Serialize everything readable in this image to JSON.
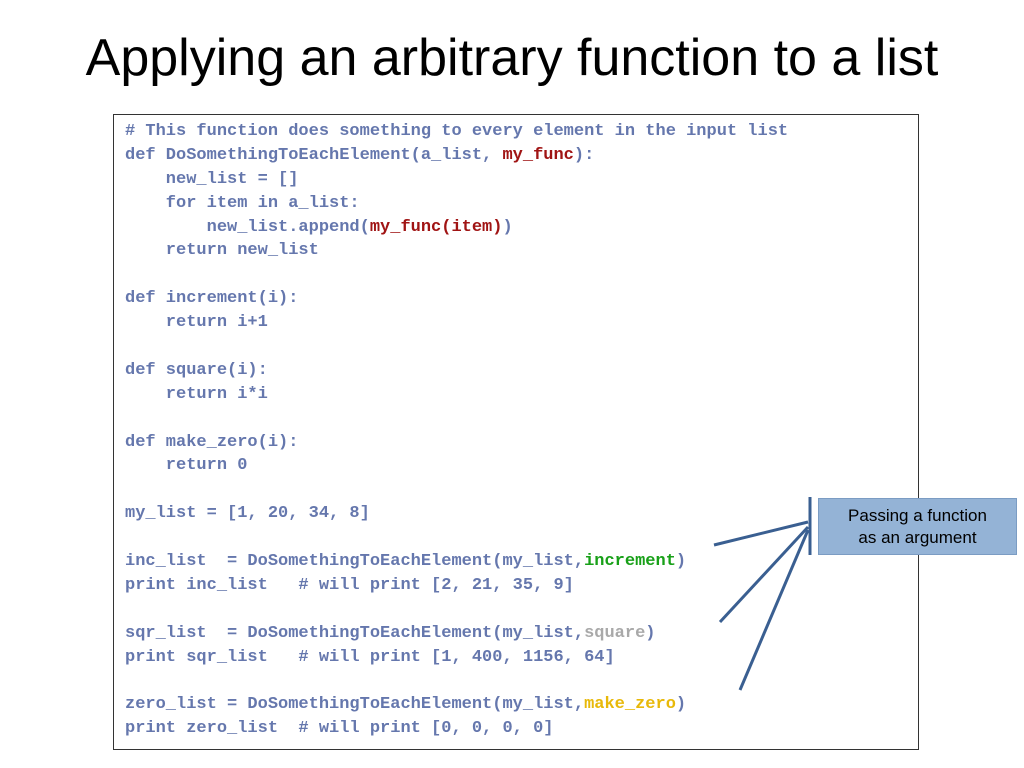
{
  "slide": {
    "title": "Applying an arbitrary function to a list"
  },
  "code": {
    "lines": [
      "# This function does something to every element in the input list",
      "def DoSomethingToEachElement(a_list, ",
      "my_func",
      "):",
      "    new_list = []",
      "    for item in a_list:",
      "        new_list.append(",
      "my_func(item)",
      ")",
      "    return new_list",
      "def increment(i):",
      "    return i+1",
      "def square(i):",
      "    return i*i",
      "def make_zero(i):",
      "    return 0",
      "my_list = [1, 20, 34, 8]",
      "inc_list  = DoSomethingToEachElement(my_list,",
      "increment",
      ")",
      "print inc_list   # will print [2, 21, 35, 9]",
      "sqr_list  = DoSomethingToEachElement(my_list,",
      "square",
      ")",
      "print sqr_list   # will print [1, 400, 1156, 64]",
      "zero_list = DoSomethingToEachElement(my_list,",
      "make_zero",
      ")",
      "print zero_list  # will print [0, 0, 0, 0]"
    ]
  },
  "callout": {
    "text_line1": "Passing a function",
    "text_line2": "as an argument"
  },
  "colors": {
    "code": "#6577ad",
    "highlight_param": "#a01414",
    "highlight_increment": "#18a018",
    "highlight_square": "#a9a9a9",
    "highlight_make_zero": "#e8b90a",
    "callout_bg": "#94b3d6",
    "arrow": "#3a5f91"
  }
}
